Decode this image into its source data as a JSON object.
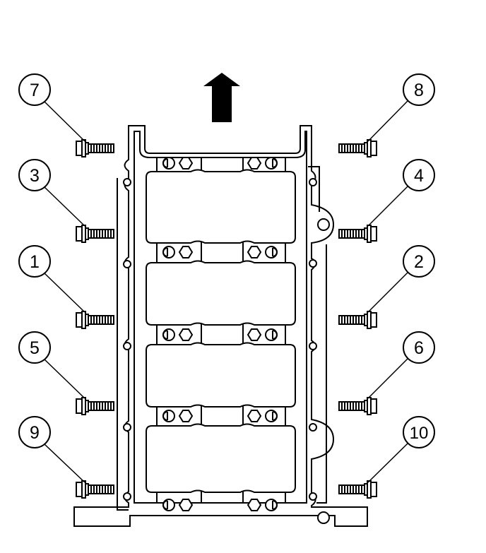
{
  "diagram": {
    "callouts": [
      {
        "id": "c7",
        "label": "7"
      },
      {
        "id": "c3",
        "label": "3"
      },
      {
        "id": "c1",
        "label": "1"
      },
      {
        "id": "c5",
        "label": "5"
      },
      {
        "id": "c9",
        "label": "9"
      },
      {
        "id": "c8",
        "label": "8"
      },
      {
        "id": "c4",
        "label": "4"
      },
      {
        "id": "c2",
        "label": "2"
      },
      {
        "id": "c6",
        "label": "6"
      },
      {
        "id": "c10",
        "label": "10"
      }
    ],
    "front_arrow_icon": "up-arrow-icon",
    "colors": {
      "line": "#000000",
      "fill": "#ffffff"
    }
  }
}
